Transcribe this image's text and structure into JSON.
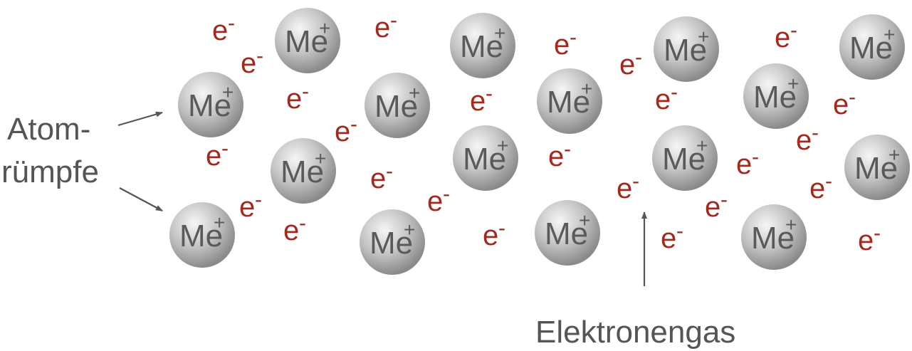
{
  "labels": {
    "atom_line1": "Atom-",
    "atom_line2": "rümpfe",
    "electron_gas": "Elektronengas"
  },
  "ion": {
    "symbol": "Me",
    "charge": "+"
  },
  "electron": {
    "symbol": "e",
    "charge": "-"
  },
  "colors": {
    "ion_text": "#5a5a5a",
    "electron_text": "#a5281c",
    "sphere_light": "#f4f4f4",
    "sphere_dark": "#8a8a8a",
    "arrow": "#555555"
  }
}
